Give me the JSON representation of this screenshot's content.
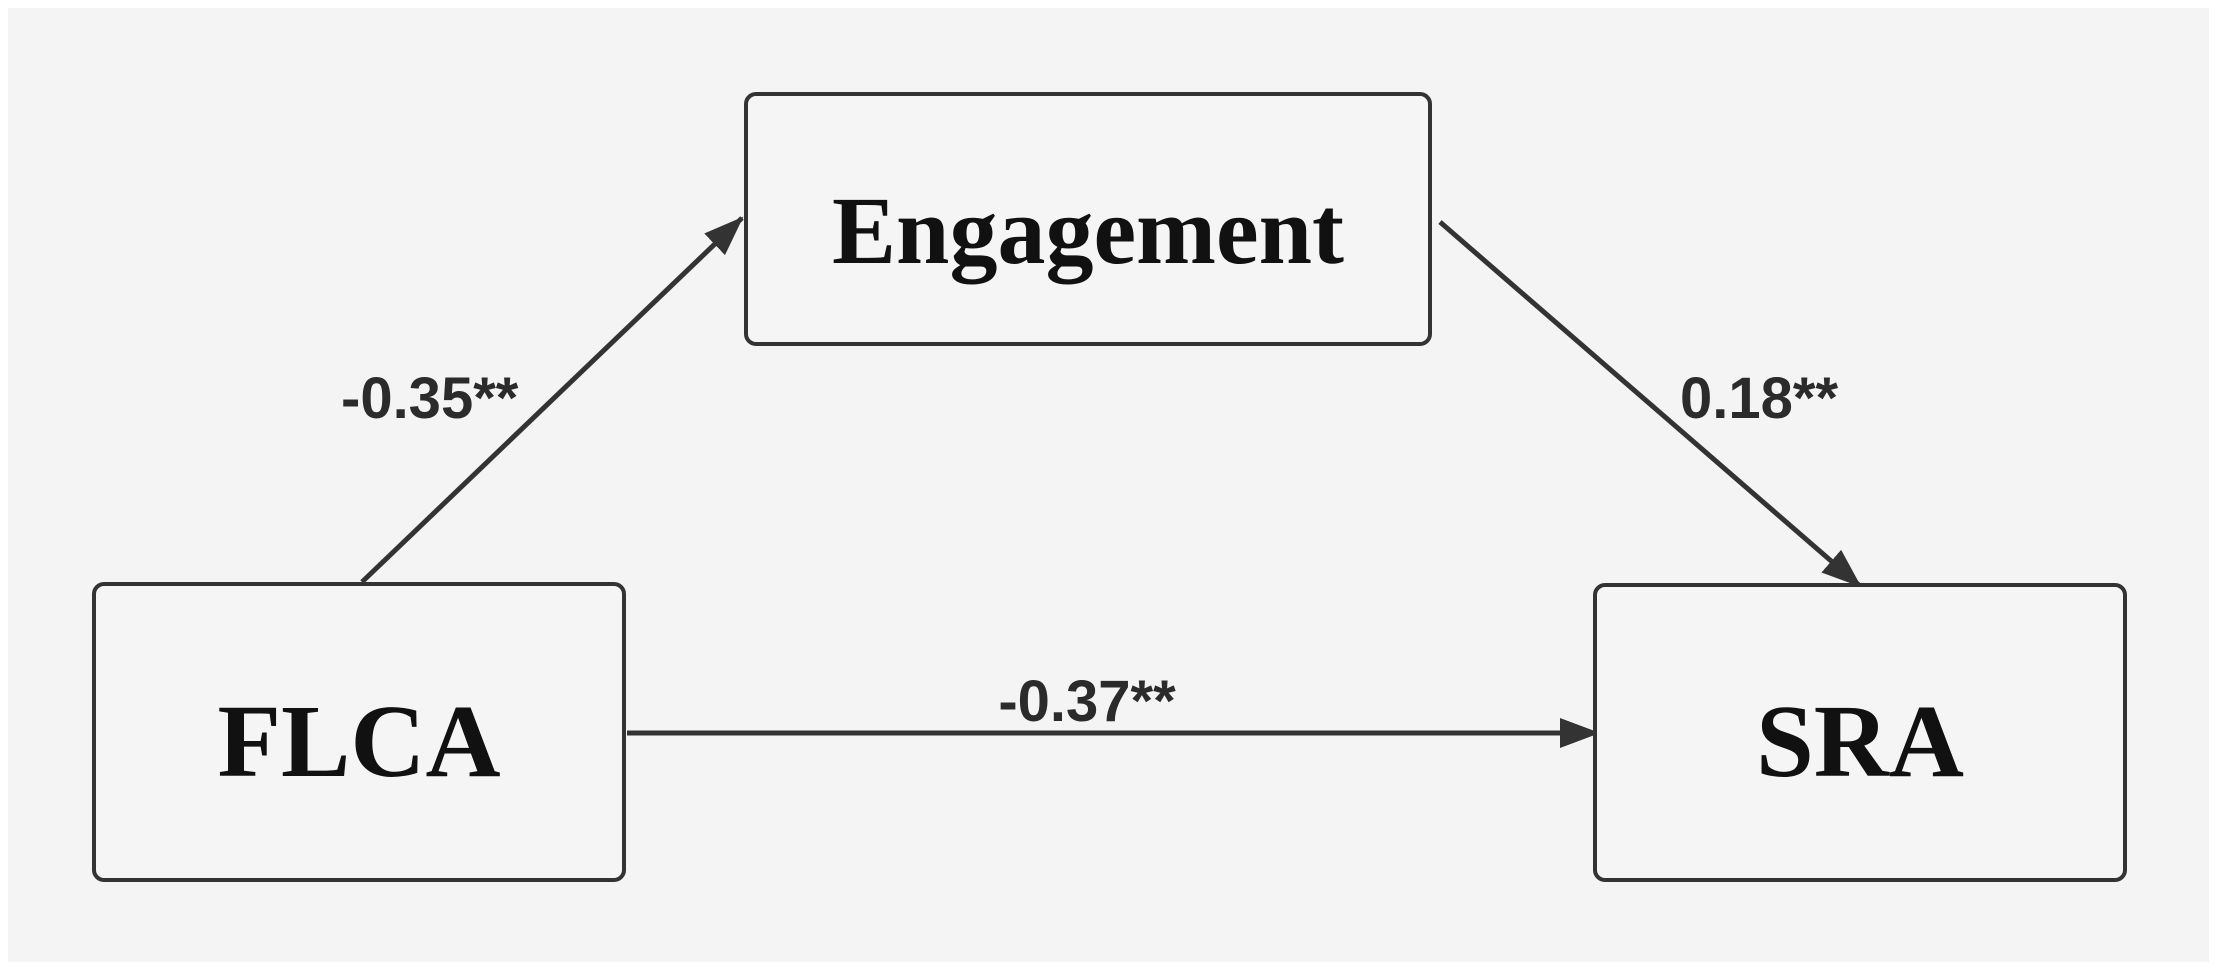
{
  "colors": {
    "page_background": "#ffffff",
    "panel_background": "#f4f4f4",
    "box_fill": "#f5f5f5",
    "box_stroke": "#333333",
    "arrow": "#333333",
    "text": "#111111"
  },
  "nodes": {
    "engagement": {
      "label": "Engagement"
    },
    "flca": {
      "label": "FLCA"
    },
    "sra": {
      "label": "SRA"
    }
  },
  "edges": {
    "flca_to_engagement": {
      "from": "FLCA",
      "to": "Engagement",
      "label": "-0.35**"
    },
    "engagement_to_sra": {
      "from": "Engagement",
      "to": "SRA",
      "label": "0.18**"
    },
    "flca_to_sra": {
      "from": "FLCA",
      "to": "SRA",
      "label": "-0.37**"
    }
  }
}
